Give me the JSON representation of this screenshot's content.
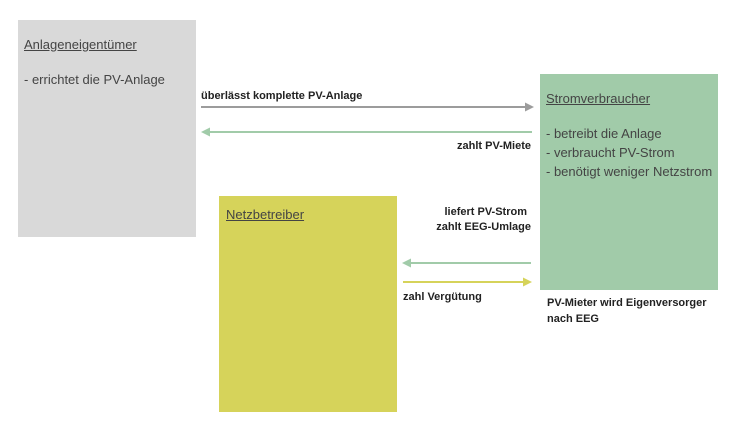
{
  "colors": {
    "grey_box": "#d9d9d9",
    "green_box": "#a1cba9",
    "yellow_box": "#d6d35a",
    "arrow_grey": "#9c9c9c",
    "arrow_green": "#a1cba9",
    "arrow_yellow": "#d6d35a"
  },
  "owner": {
    "title": "Anlageneigentümer",
    "lines": [
      "- errichtet die PV-Anlage"
    ]
  },
  "consumer": {
    "title": "Stromverbraucher",
    "lines": [
      "- betreibt die Anlage",
      "- verbraucht PV-Strom",
      "- benötigt weniger Netzstrom"
    ]
  },
  "grid": {
    "title": "Netzbetreiber"
  },
  "flows": {
    "owner_to_consumer": "überlässt komplette PV-Anlage",
    "consumer_to_owner": "zahlt PV-Miete",
    "consumer_to_grid_1": "liefert PV-Strom",
    "consumer_to_grid_2": "zahlt EEG-Umlage",
    "grid_to_consumer": "zahl Vergütung"
  },
  "note": {
    "line1": "PV-Mieter wird Eigenversorger",
    "line2": "nach EEG"
  }
}
